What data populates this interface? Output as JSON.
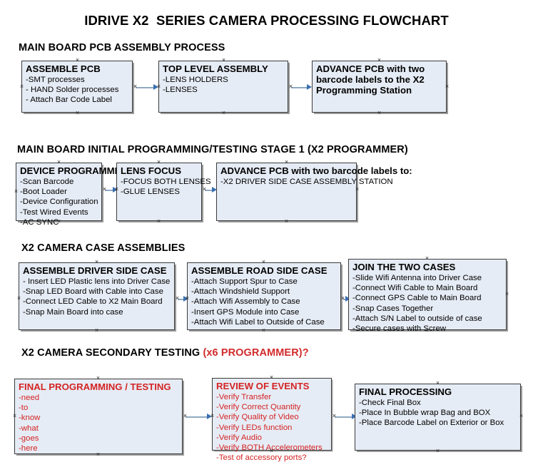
{
  "document": {
    "title": "IDRIVE X2  SERIES CAMERA PROCESSING FLOWCHART",
    "accent_color": "#d52424",
    "box_fill": "#e6ecf5",
    "box_border": "#3b3b3b",
    "connector_color": "#8fa9c4",
    "arrow_color": "#3a6fb0"
  },
  "sections": [
    {
      "heading": "MAIN BOARD PCB ASSEMBLY PROCESS",
      "heading_accent": "",
      "nodes": [
        {
          "title": "ASSEMBLE PCB",
          "items": [
            "-SMT processes",
            "- HAND Solder processes",
            "- Attach Bar Code Label"
          ]
        },
        {
          "title": "TOP LEVEL ASSEMBLY",
          "items": [
            "-LENS HOLDERS",
            "-LENSES"
          ]
        },
        {
          "title": "ADVANCE PCB with two barcode labels to the  X2 Programming Station",
          "items": []
        }
      ]
    },
    {
      "heading": "MAIN BOARD INITIAL PROGRAMMING/TESTING STAGE 1 (X2 PROGRAMMER)",
      "heading_accent": "",
      "nodes": [
        {
          "title": "DEVICE PROGRAMMING",
          "items": [
            "-Scan Barcode",
            "-Boot Loader",
            "-Device Configuration",
            "-Test Wired Events",
            "-AC SYNC"
          ]
        },
        {
          "title": "LENS FOCUS",
          "items": [
            "-FOCUS BOTH LENSES",
            "-GLUE LENSES"
          ]
        },
        {
          "title": "ADVANCE PCB with two barcode labels to:",
          "items": [
            "-X2 DRIVER  SIDE  CASE  ASSEMBLY STATION"
          ]
        }
      ]
    },
    {
      "heading": "X2 CAMERA CASE ASSEMBLIES",
      "heading_accent": "",
      "nodes": [
        {
          "title": "ASSEMBLE DRIVER SIDE CASE",
          "items": [
            "- Insert LED Plastic lens into Driver Case",
            "-Snap LED Board with Cable into Case",
            "-Connect LED Cable to X2 Main Board",
            "-Snap Main Board into case"
          ]
        },
        {
          "title": "ASSEMBLE ROAD SIDE CASE",
          "items": [
            "-Attach Support Spur to Case",
            "-Attach Windshield Support",
            "-Attach Wifi Assembly to Case",
            "-Insert GPS Module into Case",
            "-Attach Wifi Label to Outside of Case"
          ]
        },
        {
          "title": "JOIN THE TWO CASES",
          "items": [
            "-Slide Wifi Antenna into Driver Case",
            "-Connect Wifi Cable to Main Board",
            "-Connect GPS Cable to Main Board",
            "-Snap Cases Together",
            "-Attach S/N Label to outside of case",
            "-Secure cases with Screw"
          ]
        }
      ]
    },
    {
      "heading": "X2 CAMERA SECONDARY TESTING ",
      "heading_accent": "(x6 PROGRAMMER)?",
      "nodes": [
        {
          "title": "FINAL PROGRAMMING / TESTING",
          "items": [
            "-need",
            "-to",
            "-know",
            "-what",
            "-goes",
            "-here"
          ]
        },
        {
          "title": "REVIEW OF EVENTS",
          "items": [
            "-Verify Transfer",
            "-Verify Correct Quantity",
            "-Verify Quality of Video",
            "-Verify LEDs function",
            "-Verify Audio",
            "-Verify BOTH Accelerometers",
            "-Test of accessory ports?"
          ]
        },
        {
          "title": "FINAL PROCESSING",
          "items": [
            " -Check Final Box",
            "-Place In Bubble wrap Bag and BOX",
            "-Place Barcode Label on Exterior or Box"
          ]
        }
      ]
    }
  ]
}
